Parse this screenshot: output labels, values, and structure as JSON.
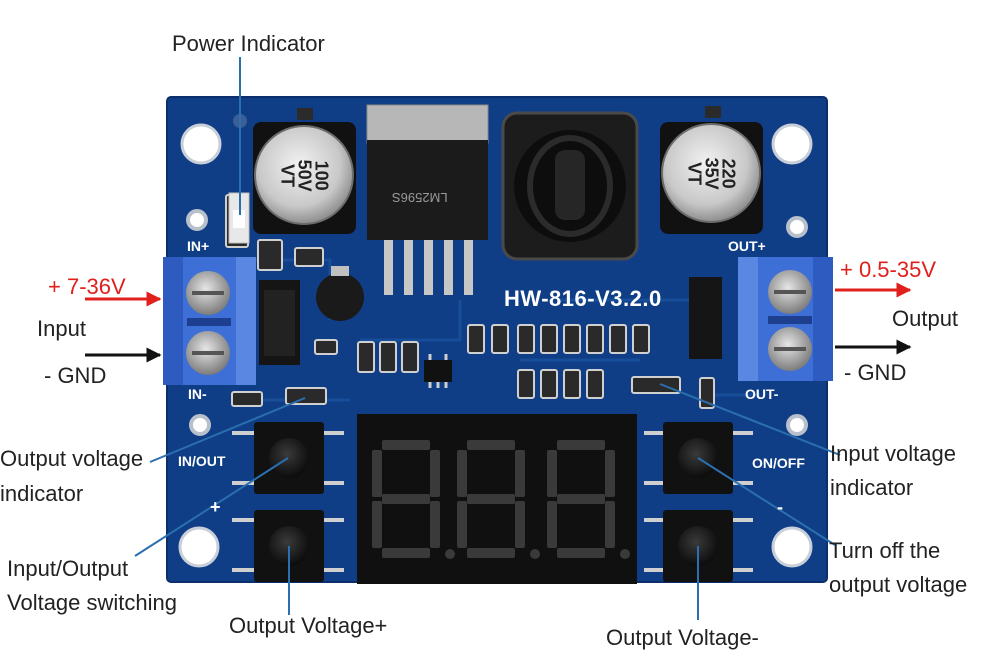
{
  "labels": {
    "power_indicator": "Power Indicator",
    "input_range": "+ 7-36V",
    "input": "Input",
    "input_gnd": "- GND",
    "output_range": "+ 0.5-35V",
    "output": "Output",
    "output_gnd": "- GND",
    "output_voltage_indicator_l1": "Output voltage",
    "output_voltage_indicator_l2": "indicator",
    "io_switching_l1": "Input/Output",
    "io_switching_l2": "Voltage switching",
    "output_voltage_plus": "Output Voltage+",
    "output_voltage_minus": "Output Voltage-",
    "input_voltage_indicator_l1": "Input voltage",
    "input_voltage_indicator_l2": "indicator",
    "turn_off_l1": "Turn off the",
    "turn_off_l2": "output voltage"
  },
  "board": {
    "model": "HW-816-V3.2.0",
    "silkscreen": {
      "in_plus": "IN+",
      "in_minus": "IN-",
      "out_plus": "OUT+",
      "out_minus": "OUT-",
      "in_out": "IN/OUT",
      "on_off": "ON/OFF",
      "plus_sign": "+",
      "minus_sign": "-"
    },
    "cap_left": [
      "100",
      "50V",
      "VT"
    ],
    "cap_right": [
      "220",
      "35V",
      "VT"
    ],
    "regulator_marking": "LM2596S",
    "colors": {
      "pcb": "#0f3e86",
      "terminal": "#3d6fd6",
      "arrow_red": "#e0201c",
      "annotation_line": "#2a6fb0"
    }
  }
}
